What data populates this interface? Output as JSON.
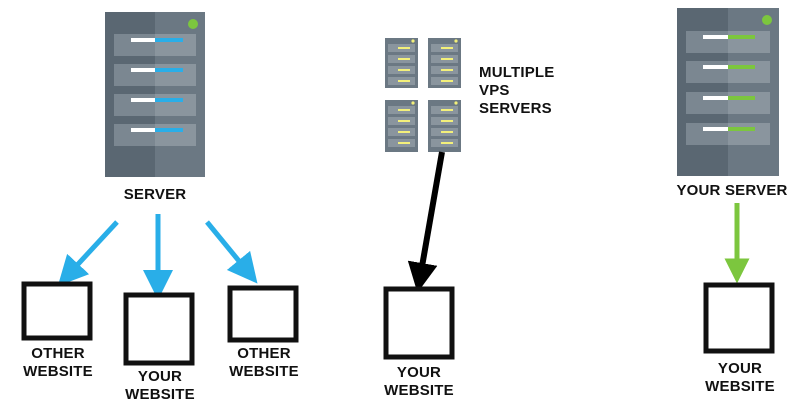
{
  "colors": {
    "shared_arrow": "#29aee8",
    "shared_accent": "#29aee8",
    "vps_arrow": "#000000",
    "vps_accent": "#f3f07a",
    "dedicated_arrow": "#7cc63e",
    "dedicated_accent": "#7cc63e",
    "status_led": "#7cc63e",
    "server_gray": "#5a6772"
  },
  "icons": {
    "shared_server": "server-rack-icon",
    "vps_servers": "server-rack-icon",
    "dedicated_server": "server-rack-icon",
    "website": "square-website-icon"
  },
  "shared": {
    "server_label": "SERVER",
    "sites": [
      "OTHER\nWEBSITE",
      "YOUR\nWEBSITE",
      "OTHER\nWEBSITE"
    ]
  },
  "vps": {
    "servers_label": "MULTIPLE\nVPS\nSERVERS",
    "site_label": "YOUR\nWEBSITE"
  },
  "dedicated": {
    "server_label": "YOUR SERVER",
    "site_label": "YOUR\nWEBSITE"
  }
}
